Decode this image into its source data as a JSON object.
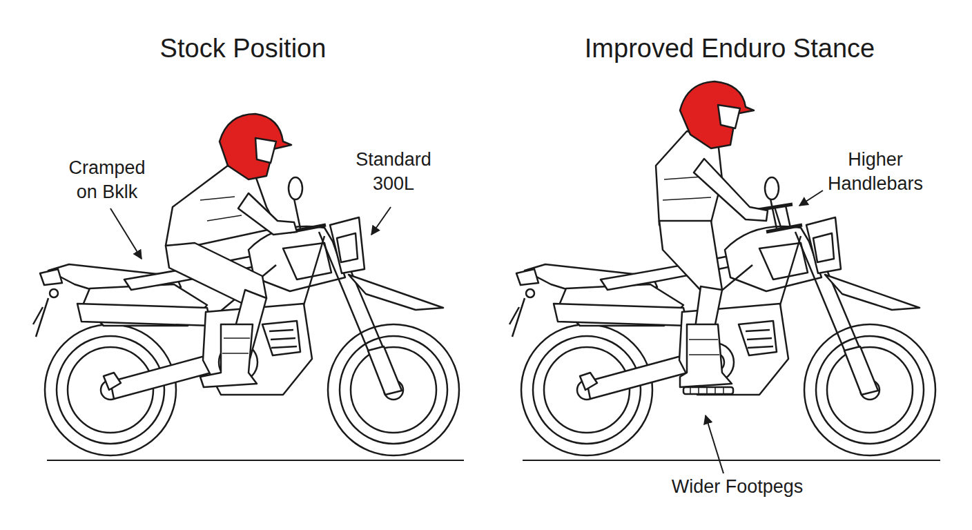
{
  "diagram": {
    "labels": [
      "Stock Position",
      "Improved Enduro Stance",
      "Cramped on Bklk",
      "Standard 300L",
      "Higher Handlebars",
      "Wider Footpegs"
    ]
  }
}
